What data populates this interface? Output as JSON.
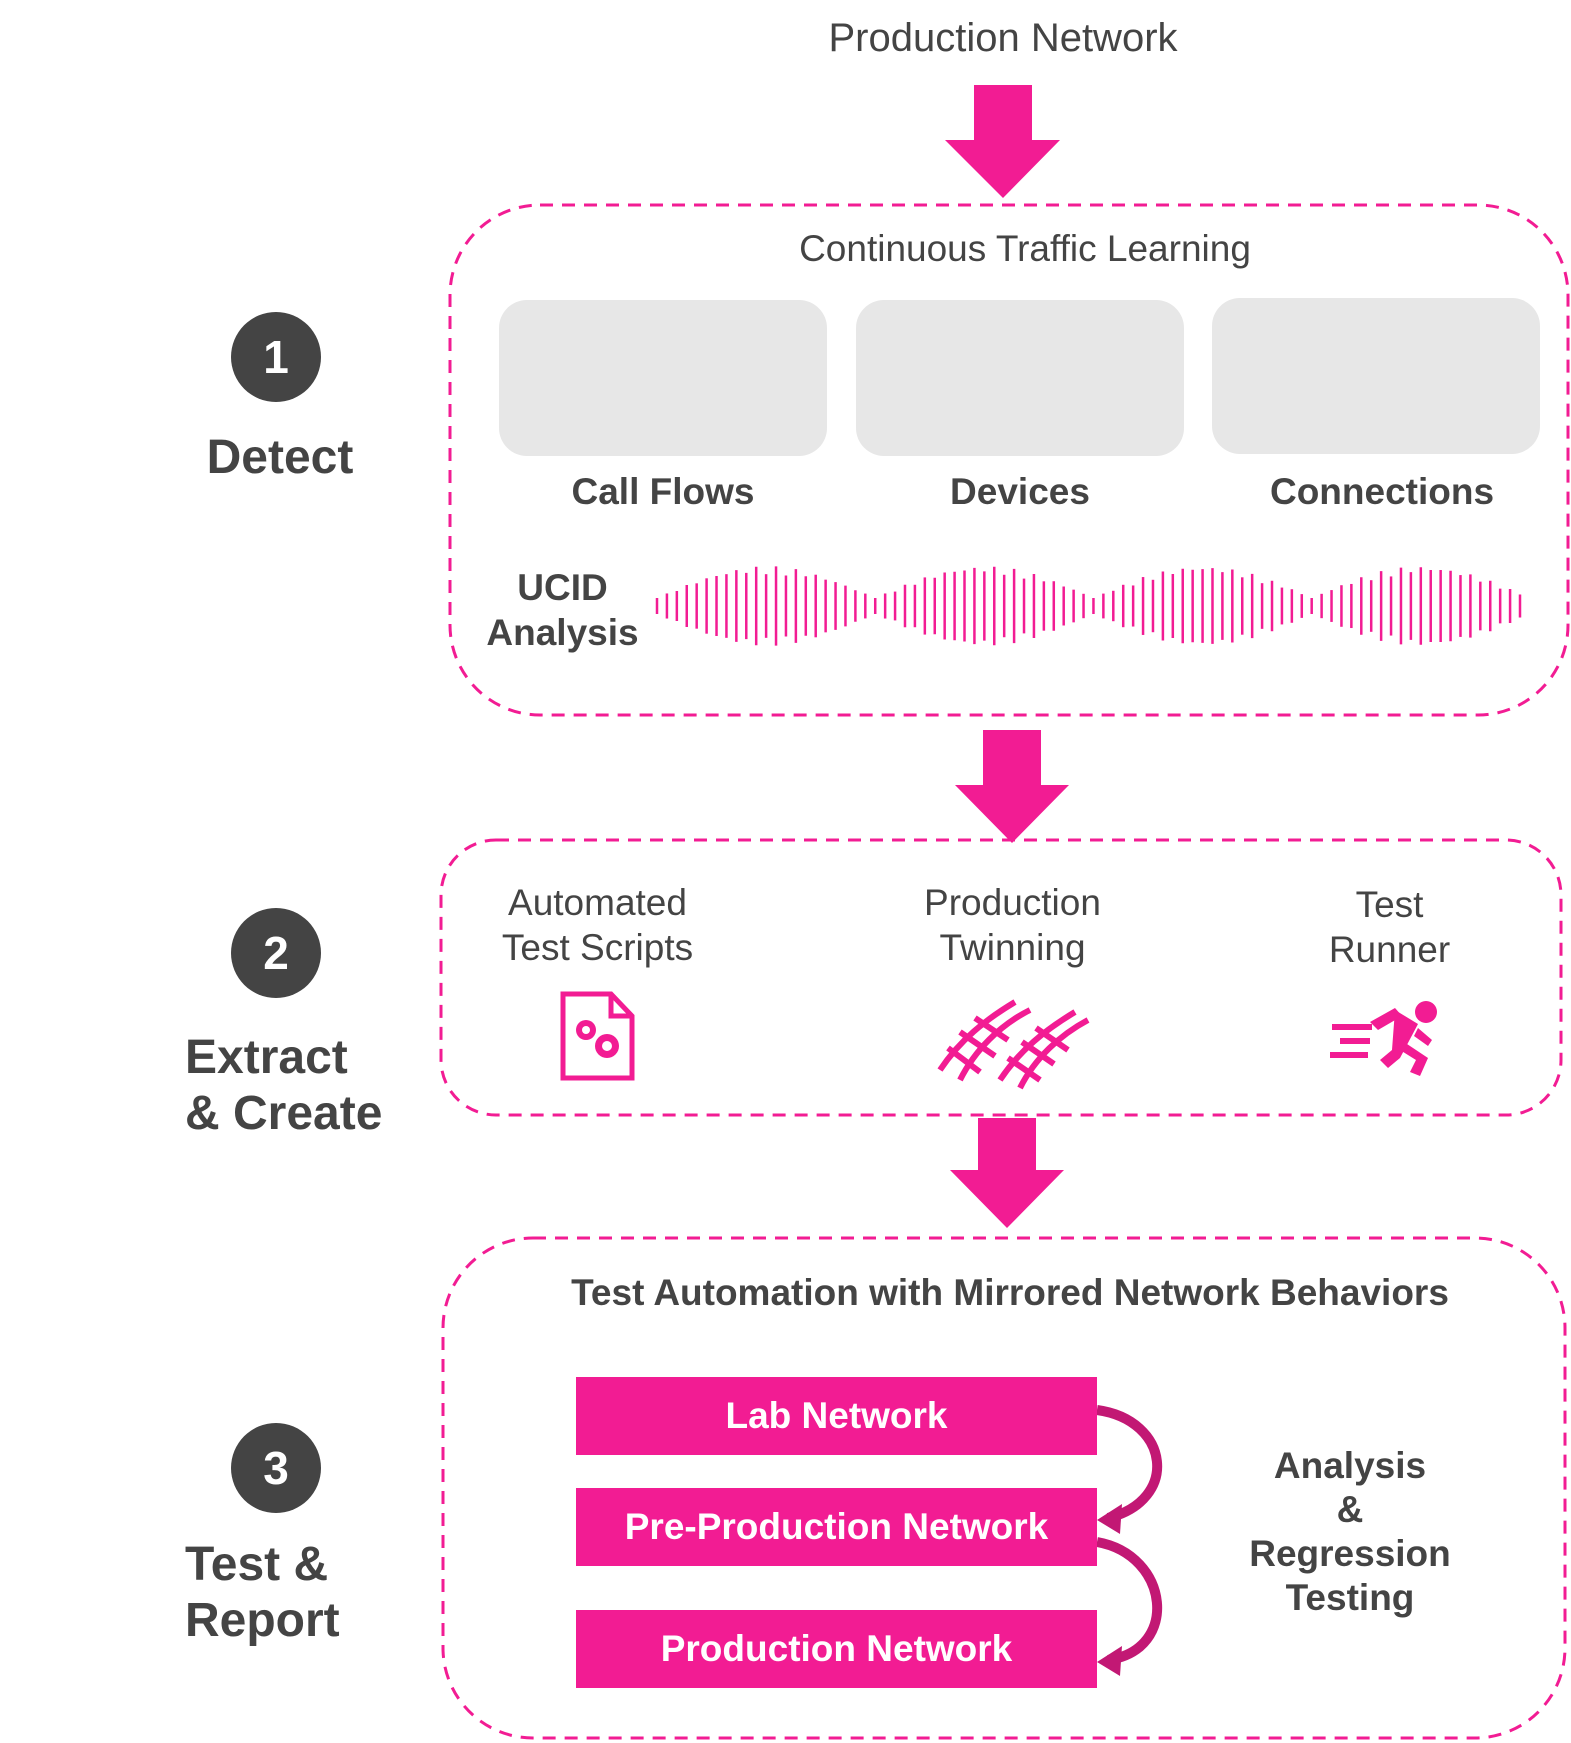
{
  "header": {
    "title": "Production Network"
  },
  "steps": [
    {
      "number": "1",
      "label": "Detect"
    },
    {
      "number": "2",
      "label_line1": "Extract",
      "label_line2": "& Create"
    },
    {
      "number": "3",
      "label_line1": "Test &",
      "label_line2": "Report"
    }
  ],
  "detect": {
    "title": "Continuous Traffic Learning",
    "tiles": [
      {
        "label": "Call Flows",
        "icon": "server-tree-icon"
      },
      {
        "label": "Devices",
        "icon": "devices-icon"
      },
      {
        "label": "Connections",
        "icon": "connections-icon"
      }
    ],
    "ucid_line1": "UCID",
    "ucid_line2": "Analysis"
  },
  "extract": {
    "items": [
      {
        "line1": "Automated",
        "line2": "Test Scripts",
        "icon": "script-gear-icon"
      },
      {
        "line1": "Production",
        "line2": "Twinning",
        "icon": "dna-icon"
      },
      {
        "line1": "Test",
        "line2": "Runner",
        "icon": "runner-icon"
      }
    ]
  },
  "test": {
    "title": "Test Automation with Mirrored Network Behaviors",
    "networks": [
      "Lab Network",
      "Pre-Production Network",
      "Production Network"
    ],
    "side_line1": "Analysis",
    "side_line2": "&",
    "side_line3": "Regression",
    "side_line4": "Testing"
  },
  "colors": {
    "accent": "#f21c93",
    "text": "#444444",
    "tile": "#e7e7e7"
  }
}
